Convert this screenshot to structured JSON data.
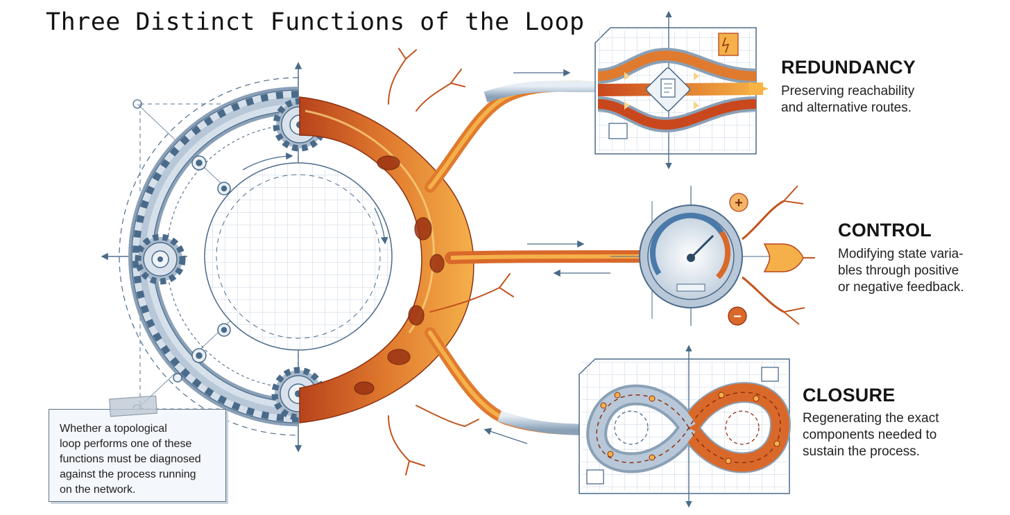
{
  "title": "Three Distinct Functions of the Loop",
  "functions": [
    {
      "name": "REDUNDANCY",
      "lines": [
        "Preserving reachability",
        "and alternative routes."
      ],
      "accent": "#e8782a"
    },
    {
      "name": "CONTROL",
      "lines": [
        "Modifying state varia-",
        "bles through positive",
        "or negative feedback."
      ],
      "accent": "#e8782a"
    },
    {
      "name": "CLOSURE",
      "lines": [
        "Regenerating the exact",
        "components needed to",
        "sustain the process."
      ],
      "accent": "#e8782a"
    }
  ],
  "note": {
    "lines": [
      "Whether a topological",
      "loop performs one of these",
      "functions must be diagnosed",
      "against the process running",
      "on the network."
    ]
  },
  "control_symbols": {
    "plus": "+",
    "minus": "−"
  },
  "colors": {
    "blueprint": "#4a6a8a",
    "steel": "#b8c8d8",
    "organic_dark": "#b8431c",
    "organic_mid": "#e07a2e",
    "organic_light": "#f5b04a",
    "grid": "#c4d2e0"
  }
}
